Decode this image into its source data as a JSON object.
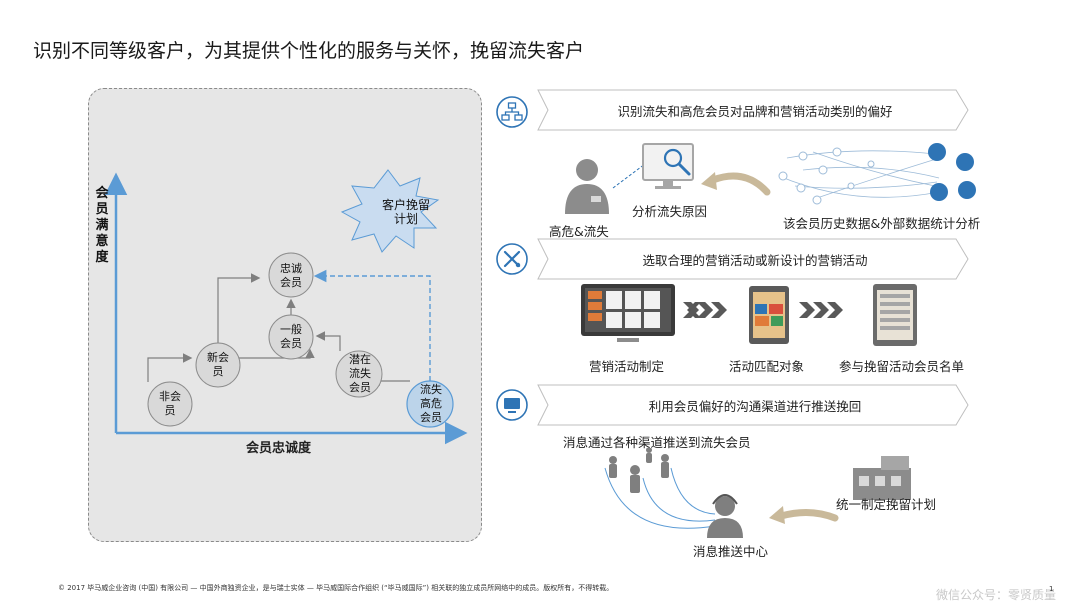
{
  "title": "识别不同等级客户，为其提供个性化的服务与关怀，挽留流失客户",
  "left": {
    "y_axis_label": "会员满意度",
    "x_axis_label": "会员忠诚度",
    "burst_label": "客户挽留计划",
    "nodes": {
      "loyal": "忠诚会员",
      "general": "一般会员",
      "new": "新会员",
      "non": "非会员",
      "potential": "潜在流失会员",
      "lost": "流失高危会员"
    }
  },
  "steps": [
    {
      "banner": "识别流失和高危会员对品牌和营销活动类别的偏好",
      "icon": "network-icon"
    },
    {
      "banner": "选取合理的营销活动或新设计的营销活动",
      "icon": "tools-icon"
    },
    {
      "banner": "利用会员偏好的沟通渠道进行推送挽回",
      "icon": "monitor-icon"
    }
  ],
  "row1": {
    "person_label": "高危&流失",
    "analysis_label": "分析流失原因",
    "data_label": "该会员历史数据&外部数据统计分析"
  },
  "row2": {
    "make_label": "营销活动制定",
    "match_label": "活动匹配对象",
    "list_label": "参与挽留活动会员名单"
  },
  "row3": {
    "push_label": "消息通过各种渠道推送到流失会员",
    "center_label": "消息推送中心",
    "plan_label": "统一制定挽留计划"
  },
  "footer": "© 2017 毕马威企业咨询 (中国) 有限公司 — 中国外商独资企业，是与瑞士实体 — 毕马威国际合作组织 (“毕马威国际”) 相关联的独立成员所网络中的成员。版权所有，不得转载。",
  "watermark": "微信公众号：零贤质量",
  "page_number": "1",
  "colors": {
    "accent": "#2e74b5",
    "node": "#d9d9d9",
    "lost_node": "#bcd4ea",
    "burst": "#c9dcf0"
  }
}
